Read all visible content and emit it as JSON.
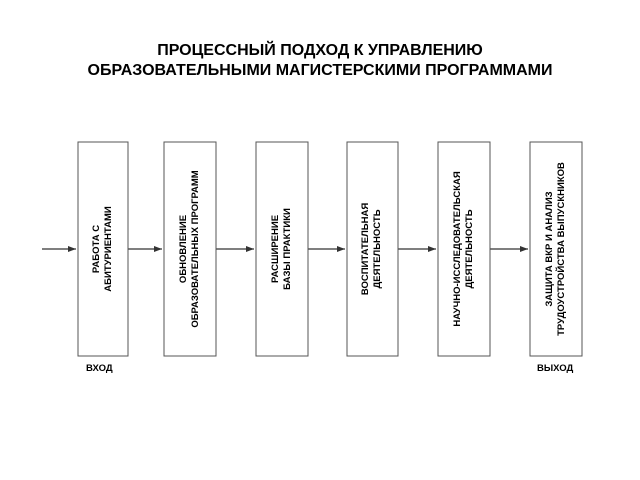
{
  "title": {
    "line1": "ПРОЦЕССНЫЙ ПОДХОД К УПРАВЛЕНИЮ",
    "line2": "ОБРАЗОВАТЕЛЬНЫМИ МАГИСТЕРСКИМИ ПРОГРАММАМИ"
  },
  "stages": [
    {
      "line1": "РАБОТА С",
      "line2": "АБИТУРИЕНТАМИ"
    },
    {
      "line1": "ОБНОВЛЕНИЕ",
      "line2": "ОБРАЗОВАТЕЛЬНЫХ ПРОГРАММ"
    },
    {
      "line1": "РАСШИРЕНИЕ",
      "line2": "БАЗЫ ПРАКТИКИ"
    },
    {
      "line1": "ВОСПИТАТЕЛЬНАЯ",
      "line2": "ДЕЯТЕЛЬНОСТЬ"
    },
    {
      "line1": "НАУЧНО-ИССЛЕДОВАТЕЛЬСКАЯ",
      "line2": "ДЕЯТЕЛЬНОСТЬ"
    },
    {
      "line1": "ЗАЩИТА ВКР И АНАЛИЗ",
      "line2": "ТРУДОУСТРОЙСТВА ВЫПУСКНИКОВ"
    }
  ],
  "labels": {
    "input": "ВХОД",
    "output": "ВЫХОД"
  },
  "colors": {
    "box_fill": "#ffffff",
    "box_stroke": "#555555",
    "arrow": "#333333"
  }
}
